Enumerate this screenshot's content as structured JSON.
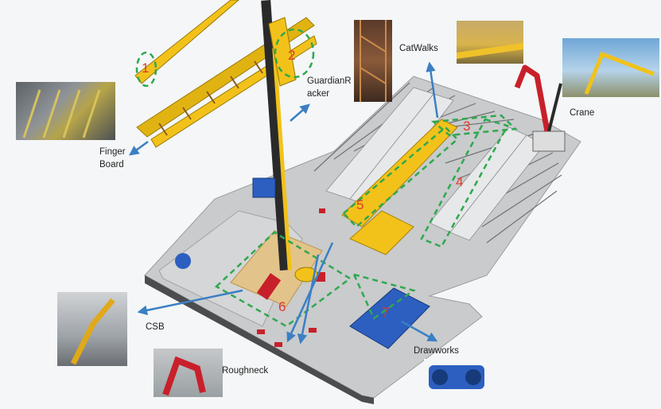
{
  "labels": {
    "catwalks": "CatWalks",
    "crane": "Crane",
    "finger_board_line1": "Finger",
    "finger_board_line2": "Board",
    "guardian_line1": "GuardianR",
    "guardian_line2": "acker",
    "csb": "CSB",
    "roughneck": "Roughneck",
    "drawworks": "Drawworks"
  },
  "zone_numbers": [
    "1",
    "2",
    "3",
    "4",
    "5",
    "6",
    "7"
  ],
  "colors": {
    "background": "#f4f6f7",
    "deck": "#c9cbcc",
    "structure_yellow": "#f2c21a",
    "zone_outline": "#2fa84f",
    "callout_arrow": "#3b7fc4",
    "zone_number": "#e0392b",
    "equipment_blue": "#2c5fc0",
    "crane_red": "#c8202a"
  },
  "icons": [
    "finger-board-photo",
    "catwalks-photo-1",
    "catwalks-photo-2",
    "crane-photo",
    "csb-photo",
    "roughneck-photo",
    "drawworks-photo"
  ]
}
